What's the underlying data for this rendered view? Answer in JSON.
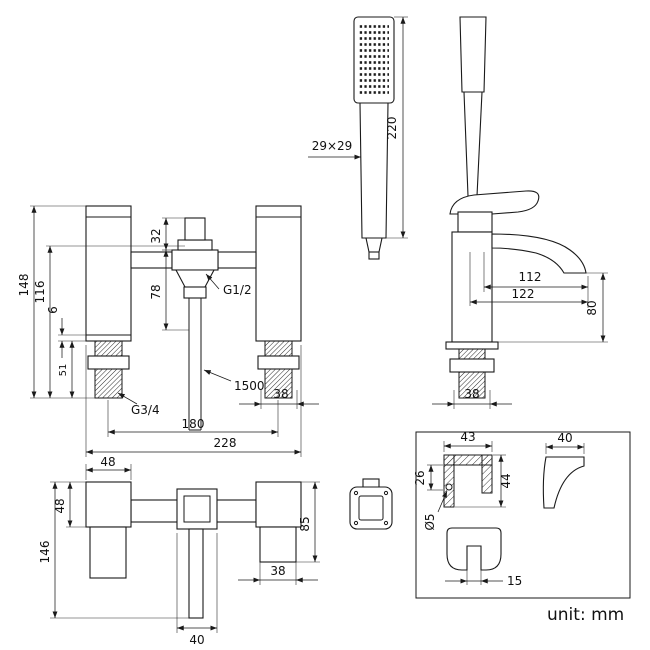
{
  "unit_note": "unit: mm",
  "handset": {
    "section": "29×29",
    "length": "220"
  },
  "front": {
    "overall_height": "148",
    "body_height": "116",
    "gap": "6",
    "shank_length": "51",
    "cartridge_height": "32",
    "outlet_drop": "78",
    "hose_thread": "G1/2",
    "hose_length": "1500",
    "inlet_thread": "G3/4",
    "shank_width": "38",
    "inlet_centres": "180",
    "overall_width": "228"
  },
  "side": {
    "spout_reach": "112",
    "overall_reach": "122",
    "spout_height": "80",
    "shank_width": "38"
  },
  "top": {
    "body_width": "48",
    "body_depth": "48",
    "overall_depth": "146",
    "valve_depth": "85",
    "shank_width": "38",
    "spout_width": "40"
  },
  "bracket": {
    "width": "43",
    "depth": "40",
    "inner_height": "26",
    "height": "44",
    "hole_diameter": "Ø5",
    "slot_width": "15"
  }
}
